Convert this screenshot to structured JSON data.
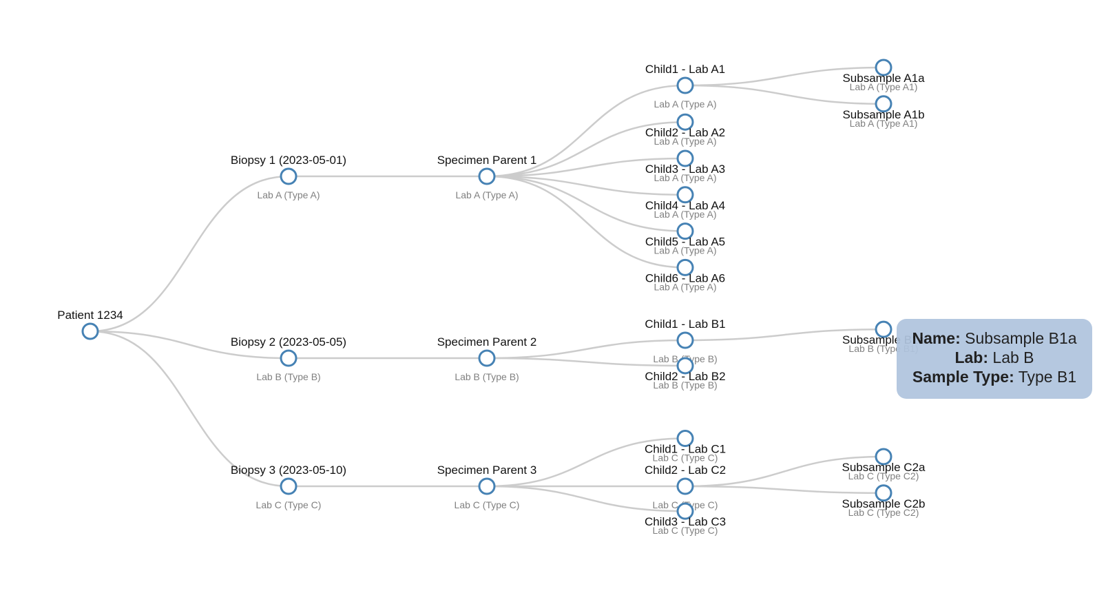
{
  "tree": {
    "id": "patient",
    "name": "Patient 1234",
    "sub": "",
    "children": [
      {
        "id": "biopsy-1",
        "name": "Biopsy 1 (2023-05-01)",
        "sub": "Lab A (Type A)",
        "children": [
          {
            "id": "specimen-parent-1",
            "name": "Specimen Parent 1",
            "sub": "Lab A (Type A)",
            "children": [
              {
                "id": "child1-lab-a1",
                "name": "Child1 - Lab A1",
                "sub": "Lab A (Type A)",
                "children": [
                  {
                    "id": "subsample-a1a",
                    "name": "Subsample A1a",
                    "sub": "Lab A (Type A1)"
                  },
                  {
                    "id": "subsample-a1b",
                    "name": "Subsample A1b",
                    "sub": "Lab A (Type A1)"
                  }
                ]
              },
              {
                "id": "child2-lab-a2",
                "name": "Child2 - Lab A2",
                "sub": "Lab A (Type A)"
              },
              {
                "id": "child3-lab-a3",
                "name": "Child3 - Lab A3",
                "sub": "Lab A (Type A)"
              },
              {
                "id": "child4-lab-a4",
                "name": "Child4 - Lab A4",
                "sub": "Lab A (Type A)"
              },
              {
                "id": "child5-lab-a5",
                "name": "Child5 - Lab A5",
                "sub": "Lab A (Type A)"
              },
              {
                "id": "child6-lab-a6",
                "name": "Child6 - Lab A6",
                "sub": "Lab A (Type A)"
              }
            ]
          }
        ]
      },
      {
        "id": "biopsy-2",
        "name": "Biopsy 2 (2023-05-05)",
        "sub": "Lab B (Type B)",
        "children": [
          {
            "id": "specimen-parent-2",
            "name": "Specimen Parent 2",
            "sub": "Lab B (Type B)",
            "children": [
              {
                "id": "child1-lab-b1",
                "name": "Child1 - Lab B1",
                "sub": "Lab B (Type B)",
                "children": [
                  {
                    "id": "subsample-b1a",
                    "name": "Subsample B1a",
                    "sub": "Lab B (Type B1)"
                  }
                ]
              },
              {
                "id": "child2-lab-b2",
                "name": "Child2 - Lab B2",
                "sub": "Lab B (Type B)"
              }
            ]
          }
        ]
      },
      {
        "id": "biopsy-3",
        "name": "Biopsy 3 (2023-05-10)",
        "sub": "Lab C (Type C)",
        "children": [
          {
            "id": "specimen-parent-3",
            "name": "Specimen Parent 3",
            "sub": "Lab C (Type C)",
            "children": [
              {
                "id": "child1-lab-c1",
                "name": "Child1 - Lab C1",
                "sub": "Lab C (Type C)"
              },
              {
                "id": "child2-lab-c2",
                "name": "Child2 - Lab C2",
                "sub": "Lab C (Type C)",
                "children": [
                  {
                    "id": "subsample-c2a",
                    "name": "Subsample C2a",
                    "sub": "Lab C (Type C2)"
                  },
                  {
                    "id": "subsample-c2b",
                    "name": "Subsample C2b",
                    "sub": "Lab C (Type C2)"
                  }
                ]
              },
              {
                "id": "child3-lab-c3",
                "name": "Child3 - Lab C3",
                "sub": "Lab C (Type C)"
              }
            ]
          }
        ]
      }
    ]
  },
  "tooltip": {
    "name_label": "Name:",
    "name_value": "Subsample B1a",
    "lab_label": "Lab:",
    "lab_value": "Lab B",
    "type_label": "Sample Type:",
    "type_value": "Type B1"
  },
  "colors": {
    "node_stroke": "#4682b4",
    "link": "#cccccc",
    "tooltip_bg": "#b0c4de"
  }
}
